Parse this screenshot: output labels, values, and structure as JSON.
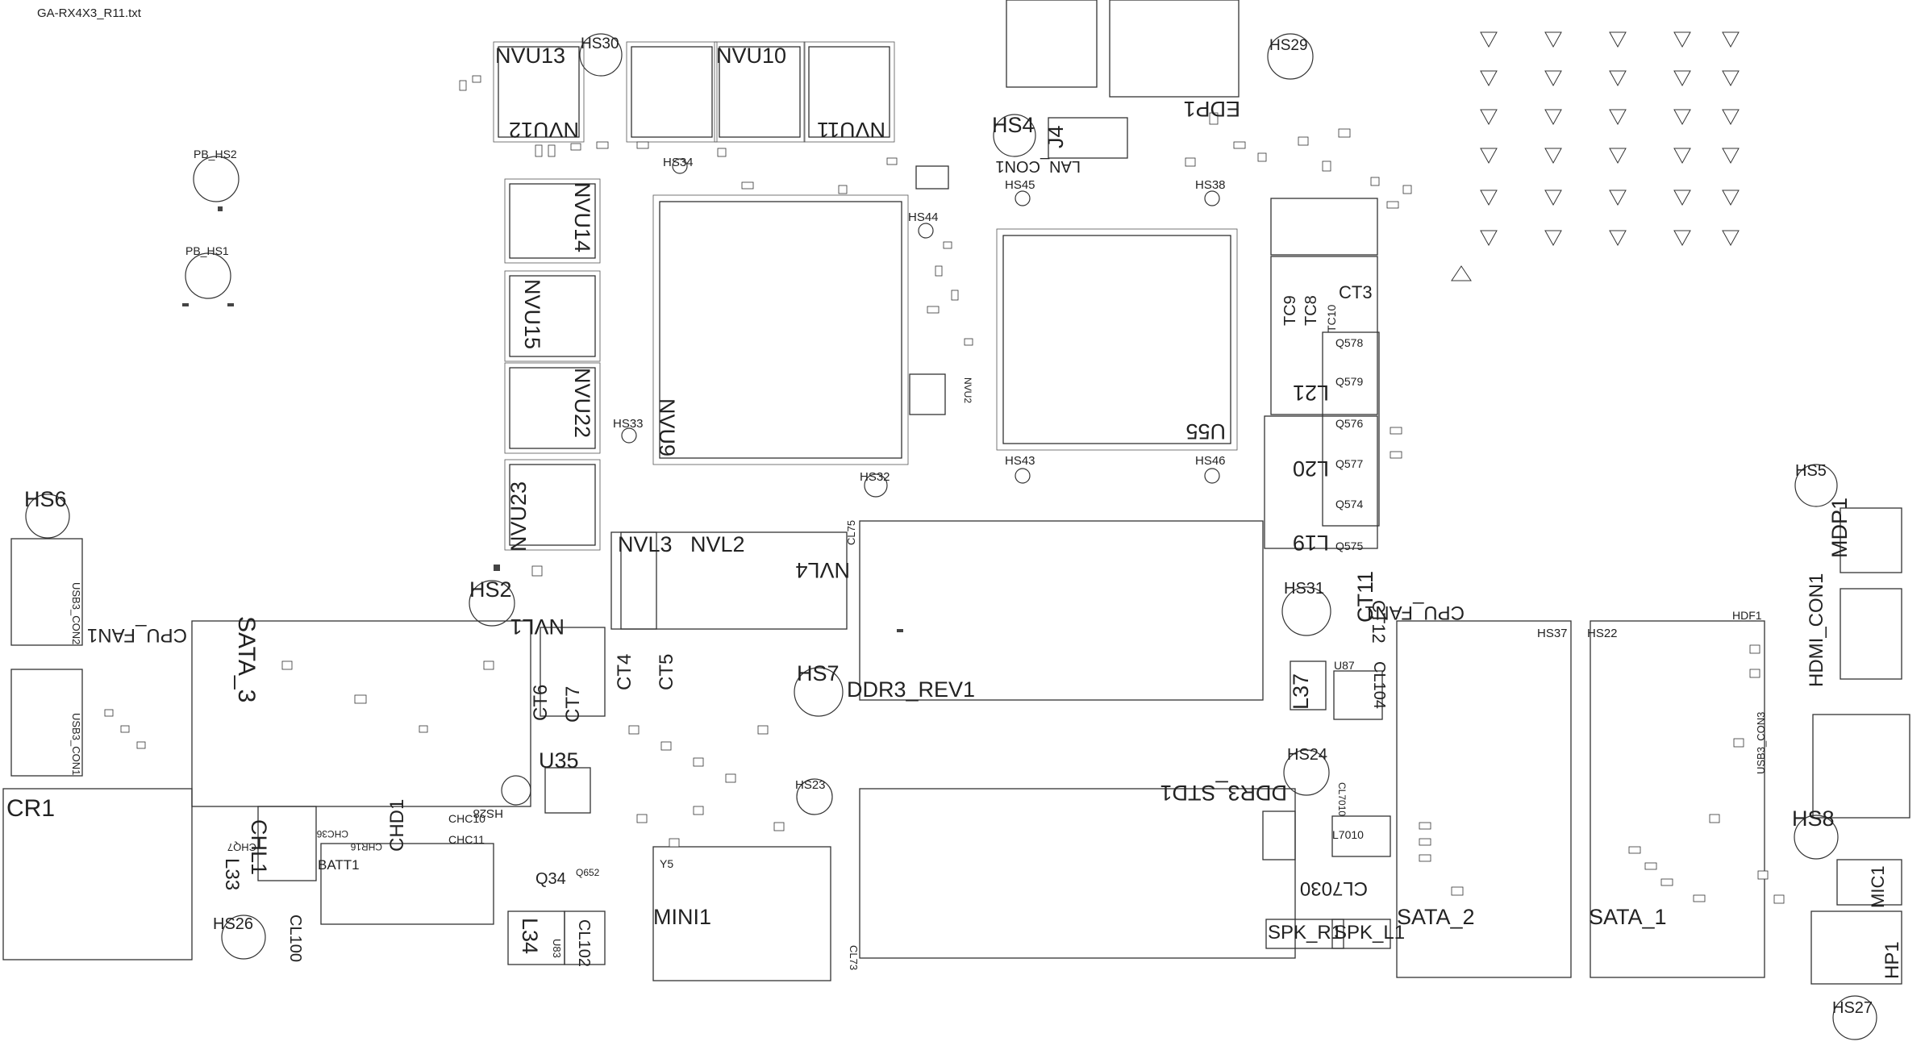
{
  "file_title": "GA-RX4X3_R11.txt",
  "labels": {
    "NVU13": "NVU13",
    "NVU12": "NVU12",
    "NVU10": "NVU10",
    "NVU11": "NVU11",
    "NVU14": "NVU14",
    "NVU15": "NVU15",
    "NVU22": "NVU22",
    "NVU23": "NVU23",
    "NVU9": "NVU9",
    "NVL1": "NVL1",
    "NVL2": "NVL2",
    "NVL3": "NVL3",
    "NVL4": "NVL4",
    "HS2": "HS2",
    "HS4": "HS4",
    "HS5": "HS5",
    "HS6": "HS6",
    "HS7": "HS7",
    "HS8": "HS8",
    "HS22": "HS22",
    "HS23": "HS23",
    "HS24": "HS24",
    "HS26": "HS26",
    "HS27": "HS27",
    "HS28": "HS28",
    "HS29": "HS29",
    "HS30": "HS30",
    "HS31": "HS31",
    "HS32": "HS32",
    "HS33": "HS33",
    "HS34": "HS34",
    "HS37": "HS37",
    "HS38": "HS38",
    "HS43": "HS43",
    "HS44": "HS44",
    "HS45": "HS45",
    "HS46": "HS46",
    "PB_HS2": "PB_HS2",
    "PB_HS1": "PB_HS1",
    "SATA_3": "SATA_3",
    "SATA_2": "SATA_2",
    "SATA_1": "SATA_1",
    "CPU_FAN1_left": "CPU_FAN1",
    "CPU_FAN1_right": "CPU_FAN1",
    "CR1": "CR1",
    "CHL1": "CHL1",
    "CHD1": "CHD1",
    "L33": "L33",
    "L34": "L34",
    "L37": "L37",
    "L19": "L19",
    "L20": "L20",
    "L21": "L21",
    "CL100": "CL100",
    "CL102": "CL102",
    "CL104": "CL104",
    "CL7030": "CL7030",
    "CT3": "CT3",
    "CT4": "CT4",
    "CT5": "CT5",
    "CT6": "CT6",
    "CT7": "CT7",
    "CT11": "CT11",
    "CT12": "CT12",
    "TC8": "TC8",
    "TC9": "TC9",
    "TC10": "TC10",
    "Q34": "Q34",
    "Q652": "Q652",
    "Q574": "Q574",
    "Q575": "Q575",
    "Q576": "Q576",
    "Q577": "Q577",
    "Q578": "Q578",
    "Q579": "Q579",
    "U35": "U35",
    "U55": "U55",
    "U87": "U87",
    "U83": "U83",
    "J4": "J4",
    "EDP1": "EDP1",
    "LAN_CON1": "LAN_CON1",
    "MINI1": "MINI1",
    "Y5": "Y5",
    "BATT1": "BATT1",
    "DDR3_REV1": "DDR3_REV1",
    "DDR3_STD1": "DDR3_STD1",
    "MDP1": "MDP1",
    "HDMI_CON1": "HDMI_CON1",
    "HP1": "HP1",
    "MIC1": "MIC1",
    "SPK_R1": "SPK_R1",
    "SPK_L1": "SPK_L1",
    "USB3_CON1": "USB3_CON1",
    "USB3_CON2": "USB3_CON2",
    "USB3_CON3": "USB3_CON3",
    "CL7010": "CL7010",
    "L7010": "L7010",
    "HDF1": "HDF1",
    "NVU2": "NVU2",
    "CHC10": "CHC10",
    "CHC11": "CHC11",
    "CHR16": "CHR16",
    "CHC36": "CHC36",
    "CHQ7": "CHQ7",
    "CL73": "CL73",
    "CL75": "CL75"
  },
  "colors": {
    "ink": "#222222",
    "paper": "#ffffff",
    "fill_dark": "#444444"
  },
  "icons": {
    "heatsink": "circle-outline",
    "test_point": "triangle-outline"
  }
}
